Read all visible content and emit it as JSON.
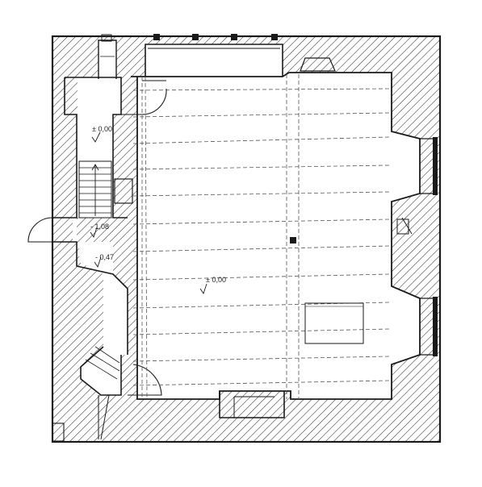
{
  "levels": {
    "stair_top": "± 0,00",
    "landing": "- 1,08",
    "entry": "- 0,47",
    "main_hall": "± 0,00"
  },
  "colors": {
    "ink": "#1a1a1a",
    "wall_hatch": "#333333",
    "paper": "#ffffff",
    "dashed_lines": "#555555"
  },
  "icons": {
    "level_marker": "level-marker-icon",
    "door_swing": "door-swing-icon",
    "stair_arrow": "stair-arrow-icon"
  }
}
